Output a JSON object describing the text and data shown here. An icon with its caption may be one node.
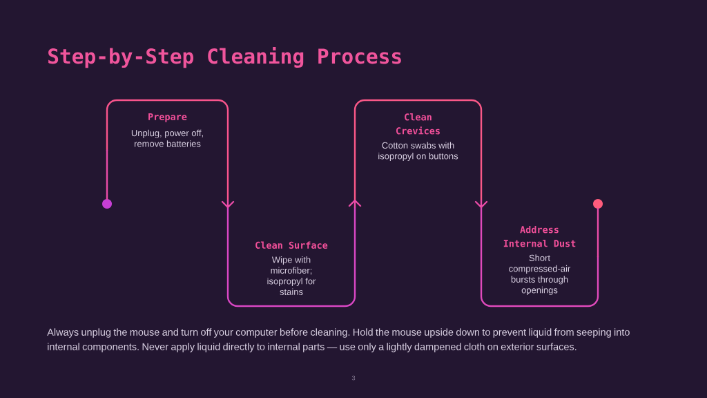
{
  "diagram": {
    "title": "Step-by-Step Cleaning Process",
    "nodes": [
      {
        "text": [],
        "shape": "circle"
      },
      {
        "text": [
          "Prepare",
          "Unplug, power off, remove batteries"
        ]
      },
      {
        "text": [
          "Clean Surface",
          "Wipe with microfiber; isopropyl for stains"
        ]
      },
      {
        "text": [
          "Clean Crevices",
          "Cotton swabs with isopropyl on buttons"
        ]
      },
      {
        "text": [
          "Address Internal Dust",
          "Short compressed-air bursts through openings"
        ]
      },
      {
        "text": [],
        "shape": "circle"
      }
    ],
    "edges": [
      {
        "from": 0,
        "to": 1,
        "arrow": "none"
      },
      {
        "from": 1,
        "to": 2,
        "arrow": "to"
      },
      {
        "from": 2,
        "to": 3,
        "arrow": "to"
      },
      {
        "from": 3,
        "to": 4,
        "arrow": "to"
      },
      {
        "from": 4,
        "to": 5,
        "arrow": "none"
      }
    ],
    "labels": [
      "Always unplug the mouse and turn off your computer before cleaning. Hold the mouse upside down to prevent liquid from seeping into internal components. Never apply liquid directly to internal parts — use only a lightly dampened cloth on exterior surfaces.",
      "3"
    ]
  }
}
